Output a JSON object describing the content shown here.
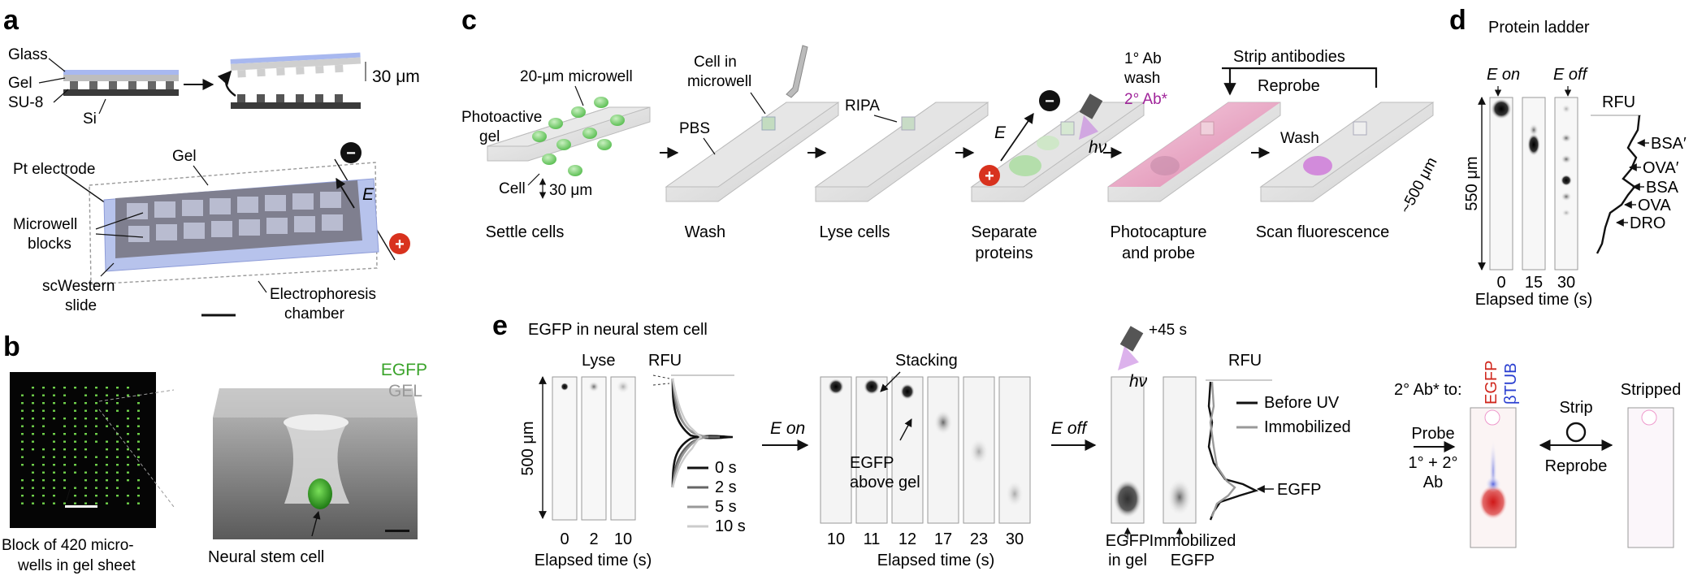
{
  "panel_a": {
    "letter": "a",
    "glass": "Glass",
    "gel": "Gel",
    "su8": "SU-8",
    "si": "Si",
    "thickness": "30 μm",
    "pt_electrode": "Pt electrode",
    "gel_top": "Gel",
    "e_field": "E",
    "microwell_1": "Microwell",
    "microwell_2": "blocks",
    "slide_1": "scWestern",
    "slide_2": "slide",
    "chamber_1": "Electrophoresis",
    "chamber_2": "chamber",
    "minus": "−",
    "plus": "+"
  },
  "panel_b": {
    "letter": "b",
    "block_1": "Block of 420 micro-",
    "block_2": "wells in gel sheet",
    "legend_egfp": "EGFP",
    "legend_gel": "GEL",
    "nsc": "Neural stem cell",
    "colors": {
      "egfp": "#3aa32a",
      "gel": "#9a9a9a"
    }
  },
  "panel_c": {
    "letter": "c",
    "microwell_20": "20-μm microwell",
    "photoactive_1": "Photoactive",
    "photoactive_2": "gel",
    "cell": "Cell",
    "depth": "30 μm",
    "cell_in_1": "Cell in",
    "cell_in_2": "microwell",
    "pbs": "PBS",
    "ripa": "RIPA",
    "e_field": "E",
    "hv": "hν",
    "ab1_1": "1° Ab",
    "ab1_2": "wash",
    "ab2": "2° Ab*",
    "strip": "Strip antibodies",
    "reprobe": "Reprobe",
    "wash": "Wash",
    "length": "~500 μm",
    "steps": [
      {
        "l1": "Settle cells",
        "l2": ""
      },
      {
        "l1": "Wash",
        "l2": ""
      },
      {
        "l1": "Lyse cells",
        "l2": ""
      },
      {
        "l1": "Separate",
        "l2": "proteins"
      },
      {
        "l1": "Photocapture",
        "l2": "and probe"
      },
      {
        "l1": "Scan fluorescence",
        "l2": ""
      }
    ],
    "colors": {
      "ab2": "#a0249a",
      "plus": "#d8321e"
    }
  },
  "panel_d": {
    "letter": "d",
    "title": "Protein ladder",
    "e_on": "E on",
    "e_off": "E off",
    "rfu": "RFU",
    "length": "550 μm",
    "ticks": [
      "0",
      "15",
      "30"
    ],
    "xlabel": "Elapsed time (s)",
    "bands": [
      "BSA′",
      "OVA′",
      "BSA",
      "OVA",
      "DRO"
    ]
  },
  "panel_e": {
    "letter": "e",
    "title": "EGFP in neural stem cell",
    "lyse": "Lyse",
    "rfu": "RFU",
    "length": "500 μm",
    "ticks_1": [
      "0",
      "2",
      "10"
    ],
    "xlabel": "Elapsed time (s)",
    "legend": [
      "0 s",
      "2 s",
      "5 s",
      "10 s"
    ],
    "e_on": "E on",
    "stacking": "Stacking",
    "egfp_above_1": "EGFP",
    "egfp_above_2": "above gel",
    "ticks_2": [
      "10",
      "11",
      "12",
      "17",
      "23",
      "30"
    ],
    "e_off": "E off",
    "hv": "hν",
    "plus45": "+45 s",
    "rfu2": "RFU",
    "before_uv": "Before UV",
    "immobilized": "Immobilized",
    "egfp_peak": "EGFP",
    "egfp_gel_1": "EGFP",
    "egfp_gel_2": "in gel",
    "imm_1": "Immobilized",
    "imm_2": "EGFP",
    "ab_to": "2° Ab* to:",
    "egfp_label": "EGFP",
    "btub_label": "βTUB",
    "stripped": "Stripped",
    "probe": "Probe",
    "probe_ab_1": "1° + 2°",
    "probe_ab_2": "Ab",
    "strip": "Strip",
    "reprobe": "Reprobe",
    "colors": {
      "egfp": "#d0281e",
      "btub": "#2a3fd0"
    }
  }
}
